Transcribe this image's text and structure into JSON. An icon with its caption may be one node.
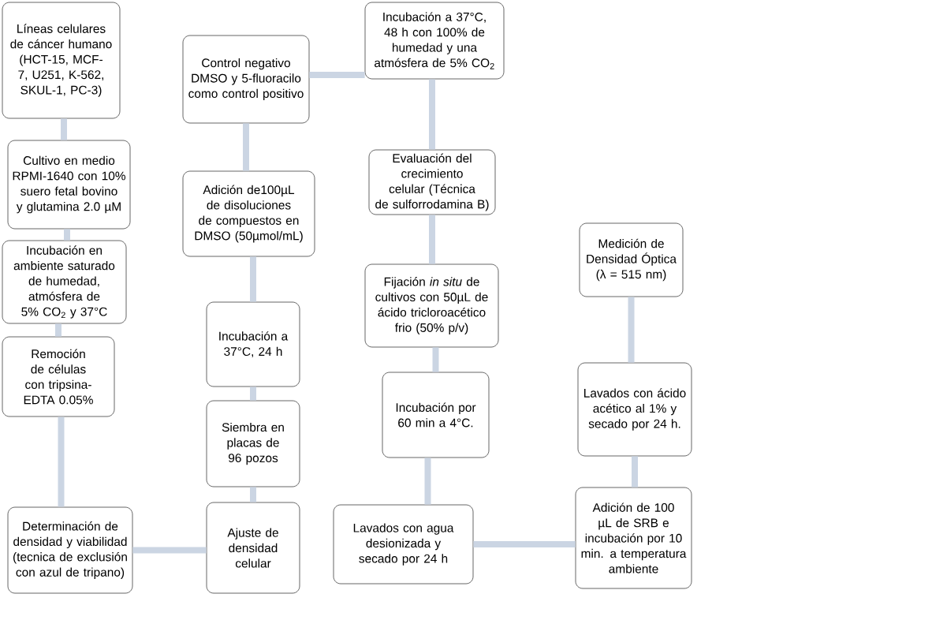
{
  "diagram": {
    "nodes": [
      {
        "text": [
          "Líneas celulares de cáncer humano (HCT-15, MCF-7, U251, K-562, SKUL-1, PC-3)"
        ]
      },
      {
        "text": [
          "Cultivo en medio RPMI-1640 con 10% suero fetal bovino y glutamina 2.0 µM"
        ]
      },
      {
        "text": [
          "Incubación en ambiente saturado de humedad, atmósfera de 5% CO$_{2}$ y 37°C"
        ]
      },
      {
        "text": [
          "Remoción de células con tripsina-EDTA 0.05%"
        ]
      },
      {
        "text": [
          "Determinación de densidad y viabilidad (tecnica de exclusión con azul de tripano)"
        ]
      },
      {
        "text": [
          "Ajuste de densidad celular"
        ]
      },
      {
        "text": [
          "Siembra en placas de 96 pozos"
        ]
      },
      {
        "text": [
          "Incubación a 37°C, 24 h"
        ]
      },
      {
        "text": [
          "Adición de100µL de disoluciones de compuestos en DMSO (50µmol/mL)"
        ]
      },
      {
        "text": [
          "Control negativo DMSO y 5-fluoracilo como control positivo"
        ]
      },
      {
        "text": [
          "Incubación a 37°C, 48 h con 100% de humedad y una atmósfera de 5% CO$_{2}$"
        ]
      },
      {
        "text": [
          "Evaluación del crecimiento celular (Técnica de sulforrodamina B)"
        ]
      },
      {
        "text": [
          "Fijación *in situ* de cultivos con 50µL de ácido tricloroacético frio (50% p/v)"
        ]
      },
      {
        "text": [
          "Incubación por 60 min a 4°C."
        ]
      },
      {
        "text": [
          "Lavados con agua desionizada y secado por 24 h"
        ]
      },
      {
        "text": [
          "Adición de 100 µL de SRB e incubación por 10 min. a temperatura ambiente"
        ]
      },
      {
        "text": [
          "Lavados con ácido acético al 1% y secado por 24 h."
        ]
      },
      {
        "text": [
          "Medición de Densidad Óptica (λ = 515 nm)"
        ]
      }
    ],
    "edges": [
      {
        "from": 0,
        "to": 1,
        "arrow": "none"
      },
      {
        "from": 1,
        "to": 2,
        "arrow": "none"
      },
      {
        "from": 2,
        "to": 3,
        "arrow": "none"
      },
      {
        "from": 3,
        "to": 4,
        "arrow": "none"
      },
      {
        "from": 4,
        "to": 5,
        "arrow": "none"
      },
      {
        "from": 5,
        "to": 6,
        "arrow": "none"
      },
      {
        "from": 6,
        "to": 7,
        "arrow": "none"
      },
      {
        "from": 7,
        "to": 8,
        "arrow": "none"
      },
      {
        "from": 8,
        "to": 9,
        "arrow": "none"
      },
      {
        "from": 9,
        "to": 10,
        "arrow": "none"
      },
      {
        "from": 10,
        "to": 11,
        "arrow": "none"
      },
      {
        "from": 11,
        "to": 12,
        "arrow": "none"
      },
      {
        "from": 12,
        "to": 13,
        "arrow": "none"
      },
      {
        "from": 13,
        "to": 14,
        "arrow": "none"
      },
      {
        "from": 14,
        "to": 15,
        "arrow": "none"
      },
      {
        "from": 15,
        "to": 16,
        "arrow": "none"
      },
      {
        "from": 16,
        "to": 17,
        "arrow": "none"
      }
    ]
  }
}
